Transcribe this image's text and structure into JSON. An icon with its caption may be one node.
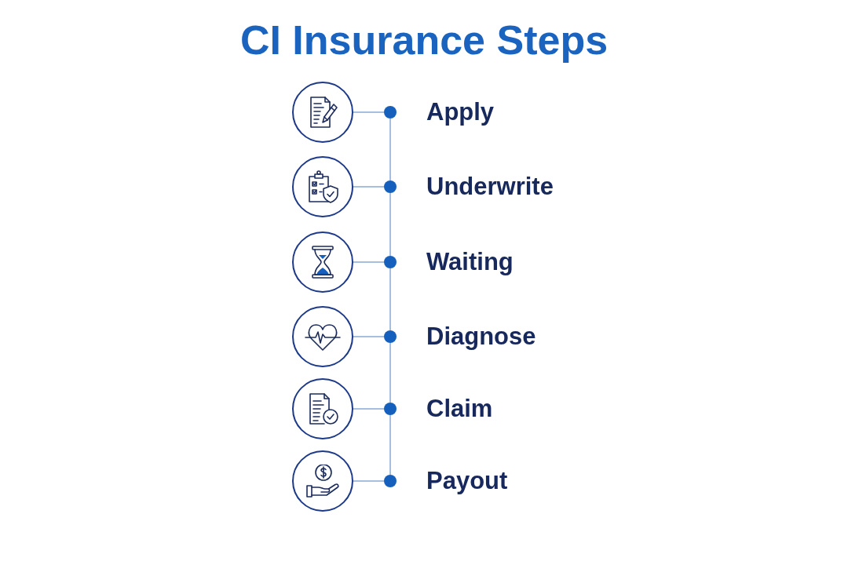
{
  "diagram": {
    "title": "CI Insurance Steps",
    "nodes": [
      {
        "text": [],
        "shape": "circle"
      },
      {
        "text": [],
        "shape": "circle",
        "beside": [
          "Apply"
        ]
      },
      {
        "text": [],
        "shape": "circle"
      },
      {
        "text": [],
        "shape": "circle",
        "beside": [
          "Underwrite"
        ]
      },
      {
        "text": [],
        "shape": "circle"
      },
      {
        "text": [],
        "shape": "circle",
        "beside": [
          "Waiting"
        ]
      },
      {
        "text": [],
        "shape": "circle"
      },
      {
        "text": [],
        "shape": "circle",
        "beside": [
          "Diagnose"
        ]
      },
      {
        "text": [],
        "shape": "circle"
      },
      {
        "text": [],
        "shape": "circle",
        "beside": [
          "Claim"
        ]
      },
      {
        "text": [],
        "shape": "circle"
      },
      {
        "text": [],
        "shape": "circle",
        "beside": [
          "Payout"
        ]
      }
    ],
    "edges": [
      {
        "from": 0,
        "to": 1,
        "arrow": "none"
      },
      {
        "from": 1,
        "to": 3,
        "arrow": "none"
      },
      {
        "from": 2,
        "to": 3,
        "arrow": "none"
      },
      {
        "from": 3,
        "to": 5,
        "arrow": "none"
      },
      {
        "from": 4,
        "to": 5,
        "arrow": "none"
      },
      {
        "from": 5,
        "to": 7,
        "arrow": "none"
      },
      {
        "from": 6,
        "to": 7,
        "arrow": "none"
      },
      {
        "from": 7,
        "to": 9,
        "arrow": "none"
      },
      {
        "from": 8,
        "to": 9,
        "arrow": "none"
      },
      {
        "from": 9,
        "to": 11,
        "arrow": "none"
      },
      {
        "from": 10,
        "to": 11,
        "arrow": "none"
      }
    ]
  }
}
